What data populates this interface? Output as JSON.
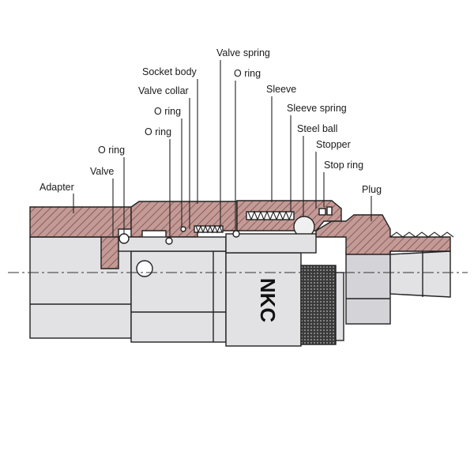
{
  "diagram": {
    "labels": {
      "valve_spring": "Valve spring",
      "socket_body": "Socket body",
      "o_ring_top": "O ring",
      "valve_collar": "Valve collar",
      "sleeve": "Sleeve",
      "o_ring_mid": "O ring",
      "sleeve_spring": "Sleeve spring",
      "o_ring_low": "O ring",
      "steel_ball": "Steel ball",
      "o_ring_left": "O ring",
      "stopper": "Stopper",
      "valve": "Valve",
      "stop_ring": "Stop ring",
      "adapter": "Adapter",
      "plug": "Plug"
    },
    "brand": "NKC",
    "colors": {
      "section": "#c29a96",
      "hatch_line": "#7a3a3a",
      "body": "#e2e2e5",
      "outline": "#222222"
    }
  }
}
